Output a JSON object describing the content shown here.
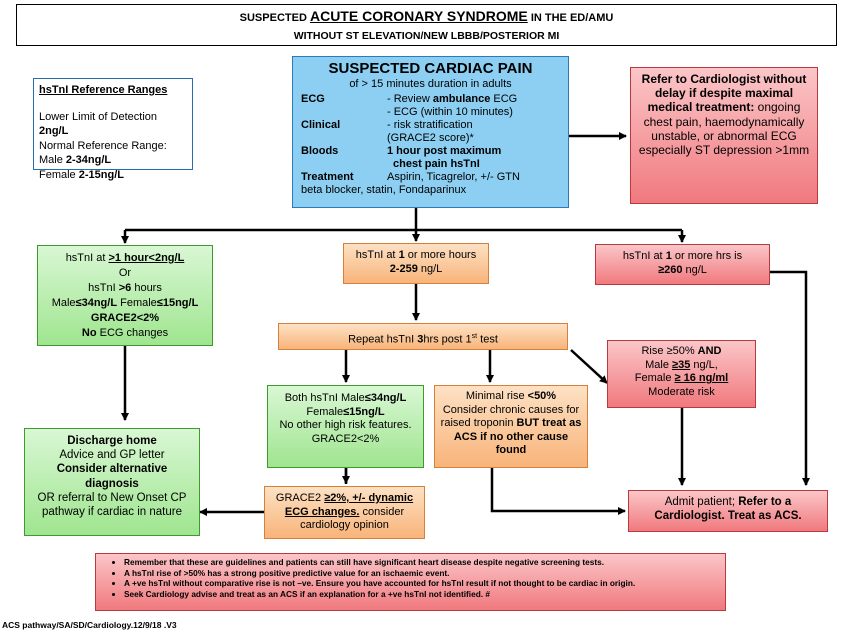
{
  "title": {
    "line1_pre": "SUSPECTED",
    "line1_big": "ACUTE CORONARY SYNDROME",
    "line1_post": "IN THE ED/AMU",
    "line2": "WITHOUT ST ELEVATION/NEW LBBB/POSTERIOR MI"
  },
  "reference": {
    "heading": "hsTnI Reference Ranges",
    "lod_label": "Lower Limit of Detection",
    "lod_value": "2ng/L",
    "normal_label": "Normal Reference Range:",
    "male_label": "Male",
    "male_value": "2-34ng/L",
    "female_label": "Female",
    "female_value": "2-15ng/L"
  },
  "cardiac_pain": {
    "heading": "SUSPECTED CARDIAC PAIN",
    "subheading": "of > 15 minutes duration in adults",
    "ecg_label": "ECG",
    "ecg_1_pre": "- Review",
    "ecg_1_bold": "ambulance",
    "ecg_1_post": "ECG",
    "ecg_2": "- ECG (within 10 minutes)",
    "clinical_label": "Clinical",
    "clinical_1": "- risk stratification",
    "clinical_2": "(GRACE2 score)*",
    "bloods_label": "Bloods",
    "bloods_1": "1 hour post maximum",
    "bloods_2": "chest pain hsTnI",
    "treatment_label": "Treatment",
    "treatment_1": "Aspirin, Ticagrelor, +/- GTN",
    "treatment_2": "beta blocker, statin, Fondaparinux"
  },
  "refer_box": {
    "bold": "Refer to Cardiologist without delay if despite maximal medical treatment:",
    "normal": "ongoing chest pain, haemodynamically unstable, or abnormal ECG especially ST depression >1mm"
  },
  "low_box": {
    "l1_pre": "hsTnI at",
    "l1_bold": ">1 hour<2ng/L",
    "l2": "Or",
    "l3_pre": "hsTnI",
    "l3_bold": ">6",
    "l3_post": "hours",
    "l4_a": "Male",
    "l4_b": "≤34ng/L",
    "l4_c": "Female",
    "l4_d": "≤15ng/L",
    "l5": "GRACE2<2%",
    "l6_bold": "No",
    "l6_post": "ECG changes"
  },
  "mid_box": {
    "l1_pre": "hsTnI at",
    "l1_bold": "1",
    "l1_post": "or more hours",
    "l2_bold": "2-259",
    "l2_post": "ng/L"
  },
  "high_box": {
    "l1_pre": "hsTnI at",
    "l1_bold": "1",
    "l1_post": "or more hrs is",
    "l2_bold": "≥260",
    "l2_post": "ng/L"
  },
  "repeat_box": {
    "pre": "Repeat hsTnI",
    "bold": "3",
    "post": "hrs post 1",
    "sup": "st",
    "end": "test"
  },
  "rise_box": {
    "l1_pre": "Rise ≥50%",
    "l1_bold": "AND",
    "l2_pre": "Male",
    "l2_bold": "≥35",
    "l2_post": "ng/L,",
    "l3_pre": "Female",
    "l3_bold": "≥ 16 ng/ml",
    "l4": "Moderate risk"
  },
  "both_box": {
    "l1_pre": "Both hsTnI Male",
    "l1_bold": "≤34ng/L",
    "l2_pre": "Female",
    "l2_bold": "≤15ng/L",
    "l3": "No other high risk features. GRACE2<2%"
  },
  "minimal_box": {
    "l1_pre": "Minimal rise",
    "l1_bold": "<50%",
    "l2": "Consider chronic causes for raised troponin",
    "l2_bold": "BUT treat as ACS if no other cause found"
  },
  "discharge_box": {
    "l1": "Discharge home",
    "l2": "Advice and GP letter",
    "l3": "Consider alternative diagnosis",
    "l4": "OR referral to New Onset CP pathway if cardiac in nature"
  },
  "grace_box": {
    "pre": "GRACE2",
    "bold": "≥2%, +/- dynamic ECG changes.",
    "post": "consider cardiology opinion"
  },
  "admit_box": {
    "pre": "Admit patient;",
    "bold": "Refer to a Cardiologist. Treat as ACS."
  },
  "notes": [
    "Remember that these are guidelines and patients can still have significant heart disease despite negative screening tests.",
    "A hsTnI rise of >50% has a strong positive predictive value for an ischaemic event.",
    "A +ve hsTnI without comparative rise is not –ve. Ensure you have accounted for hsTnI result if not thought to be cardiac in origin.",
    "Seek Cardiology advise and treat as an ACS if an explanation for a +ve hsTnI not identified. #"
  ],
  "footer": "ACS pathway/SA/SD/Cardiology.12/9/18 .V3",
  "colors": {
    "blue": "#8ccff2",
    "green": "#9fe58f",
    "orange": "#f8b47a",
    "red": "#f0797e"
  }
}
